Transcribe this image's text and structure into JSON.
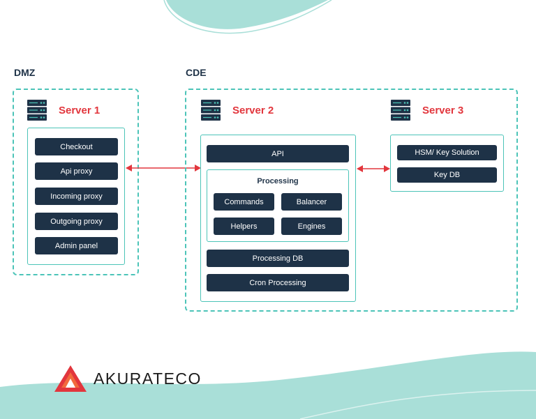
{
  "zones": {
    "dmz": {
      "title": "DMZ"
    },
    "cde": {
      "title": "CDE"
    }
  },
  "servers": {
    "server1": {
      "title": "Server 1",
      "items": [
        "Checkout",
        "Api proxy",
        "Incoming proxy",
        "Outgoing proxy",
        "Admin panel"
      ]
    },
    "server2": {
      "title": "Server 2",
      "api": "API",
      "processing": {
        "title": "Processing",
        "items": [
          "Commands",
          "Balancer",
          "Helpers",
          "Engines"
        ]
      },
      "processing_db": "Processing DB",
      "cron": "Cron Processing"
    },
    "server3": {
      "title": "Server 3",
      "items": [
        "HSM/ Key Solution",
        "Key DB"
      ]
    }
  },
  "logo": {
    "text": "AKURATECO"
  },
  "colors": {
    "teal": "#4cc4b8",
    "navy": "#1e3247",
    "red": "#e2363d",
    "wave": "#a9dfd8"
  }
}
